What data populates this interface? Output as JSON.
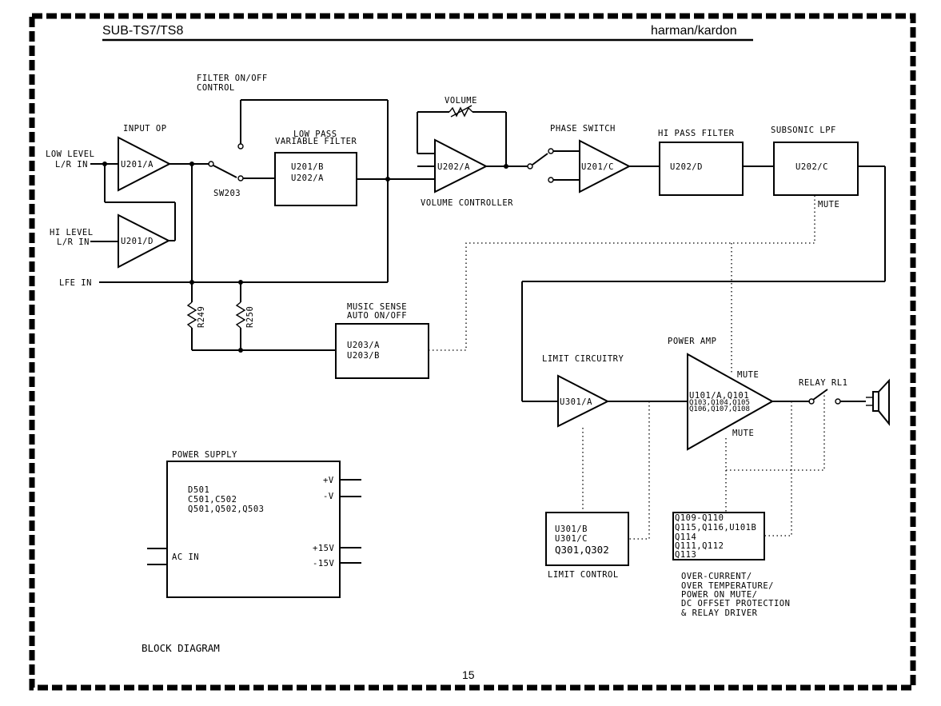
{
  "header": {
    "model": "SUB-TS7/TS8",
    "brand": "harman/kardon"
  },
  "page_number": "15",
  "diagram_title": "BLOCK DIAGRAM",
  "inputs": {
    "low_level_1": "LOW LEVEL",
    "low_level_2": "L/R IN",
    "hi_level_1": "HI LEVEL",
    "hi_level_2": "L/R IN",
    "lfe": "LFE IN",
    "ac_in": "AC IN"
  },
  "labels": {
    "input_op": "INPUT OP",
    "filter_onoff_1": "FILTER ON/OFF",
    "filter_onoff_2": "CONTROL",
    "sw203": "SW203",
    "lowpass_1": "LOW PASS",
    "lowpass_2": "VARIABLE FILTER",
    "volume": "VOLUME",
    "volume_controller": "VOLUME CONTROLLER",
    "phase_switch": "PHASE SWITCH",
    "hi_pass": "HI PASS FILTER",
    "subsonic": "SUBSONIC LPF",
    "mute_top": "MUTE",
    "music_sense_1": "MUSIC SENSE",
    "music_sense_2": "AUTO ON/OFF",
    "r249": "R249",
    "r250": "R250",
    "limit_circuitry": "LIMIT CIRCUITRY",
    "power_amp": "POWER AMP",
    "mute_amp_top": "MUTE",
    "mute_amp_bottom": "MUTE",
    "relay": "RELAY RL1",
    "limit_control": "LIMIT CONTROL",
    "power_supply": "POWER SUPPLY",
    "plus_v": "+V",
    "minus_v": "-V",
    "plus_15v": "+15V",
    "minus_15v": "-15V"
  },
  "components": {
    "u201a": "U201/A",
    "u201d": "U201/D",
    "lpf_1": "U201/B",
    "lpf_2": "U202/A",
    "u202a_vol": "U202/A",
    "u201c": "U201/C",
    "u202d": "U202/D",
    "u202c": "U202/C",
    "music_1": "U203/A",
    "music_2": "U203/B",
    "u301a": "U301/A",
    "amp_1": "U101/A,Q101",
    "amp_2": "Q103,Q104,Q105",
    "amp_3": "Q106,Q107,Q108",
    "limit_1": "U301/B",
    "limit_2": "U301/C",
    "limit_3": "Q301,Q302",
    "prot_1": "Q109-Q110",
    "prot_2": "Q115,Q116,U101B",
    "prot_3": "Q114",
    "prot_4": "Q111,Q112",
    "prot_5": "Q113",
    "psu_1": "D501",
    "psu_2": "C501,C502",
    "psu_3": "Q501,Q502,Q503"
  },
  "protection_note": [
    "OVER-CURRENT/",
    "OVER TEMPERATURE/",
    "POWER ON MUTE/",
    "DC OFFSET PROTECTION",
    "& RELAY DRIVER"
  ]
}
